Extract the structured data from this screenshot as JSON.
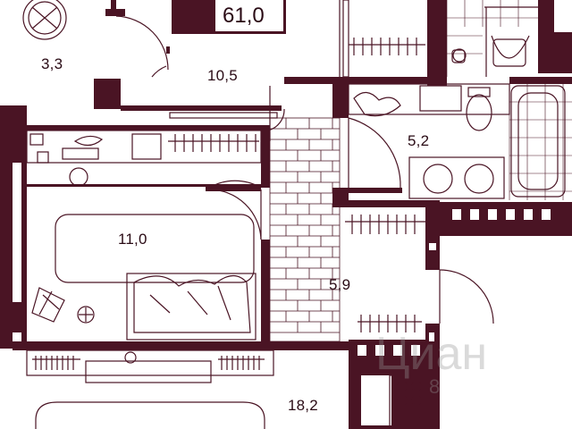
{
  "plan": {
    "total_area": "61,0",
    "rooms": [
      {
        "id": "loggia",
        "area": "3,3"
      },
      {
        "id": "kitchen-living",
        "area": "10,5"
      },
      {
        "id": "bathroom",
        "area": "5,2"
      },
      {
        "id": "bedroom",
        "area": "11,0"
      },
      {
        "id": "hallway",
        "area": "5,9"
      },
      {
        "id": "living-room",
        "area": "18,2"
      }
    ],
    "watermark": "Циан",
    "watermark_digit": "8"
  },
  "colors": {
    "wall": "#4a1424",
    "text": "#2a0b15"
  }
}
